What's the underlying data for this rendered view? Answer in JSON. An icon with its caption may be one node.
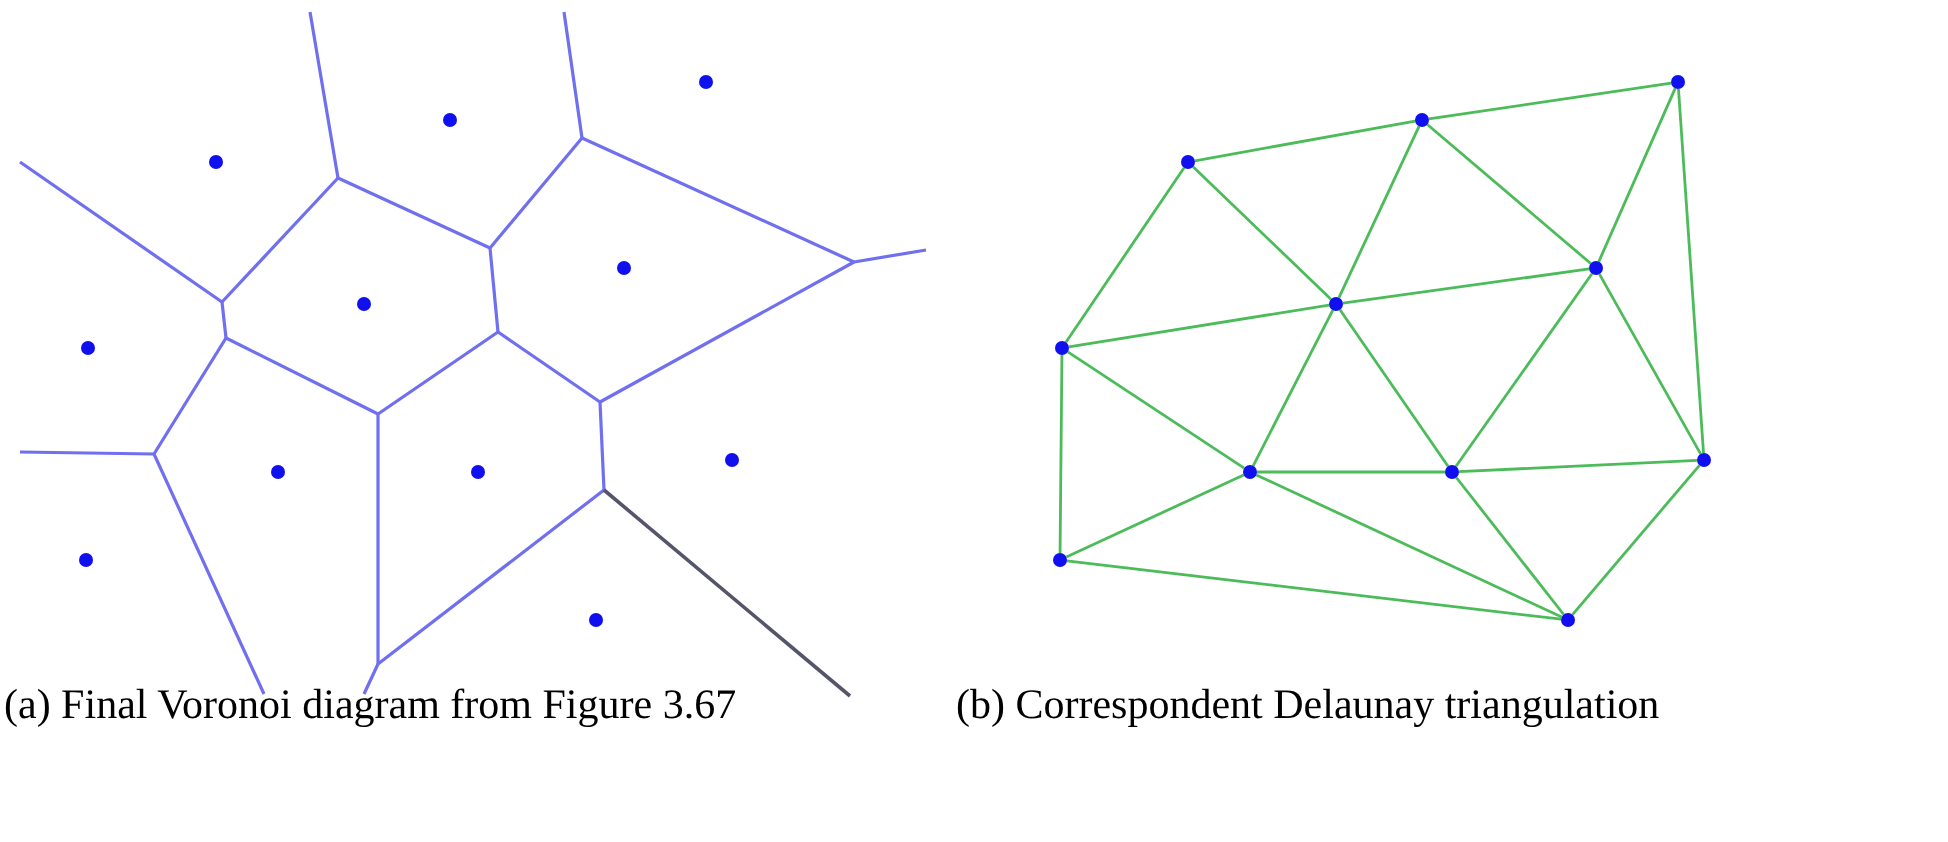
{
  "diagram": {
    "nodes": [
      {
        "text": [],
        "shape": "circle"
      },
      {
        "text": [],
        "shape": "circle"
      },
      {
        "text": [],
        "shape": "circle"
      },
      {
        "text": [],
        "shape": "circle"
      },
      {
        "text": [],
        "shape": "circle"
      },
      {
        "text": [],
        "shape": "circle"
      },
      {
        "text": [],
        "shape": "circle"
      },
      {
        "text": [],
        "shape": "circle"
      },
      {
        "text": [],
        "shape": "circle"
      },
      {
        "text": [],
        "shape": "circle"
      },
      {
        "text": [],
        "shape": "circle"
      },
      {
        "text": [],
        "shape": "circle"
      },
      {
        "text": [],
        "shape": "circle"
      },
      {
        "text": [],
        "shape": "circle"
      },
      {
        "text": [],
        "shape": "circle"
      },
      {
        "text": [],
        "shape": "circle"
      },
      {
        "text": [],
        "shape": "circle"
      },
      {
        "text": [],
        "shape": "circle"
      },
      {
        "text": [],
        "shape": "circle"
      },
      {
        "text": [],
        "shape": "circle"
      },
      {
        "text": [],
        "shape": "circle"
      },
      {
        "text": [],
        "shape": "circle"
      }
    ],
    "edges": [
      {
        "from": 13,
        "to": 12,
        "arrow": "none"
      },
      {
        "from": 12,
        "to": 11,
        "arrow": "none"
      },
      {
        "from": 11,
        "to": 16,
        "arrow": "none"
      },
      {
        "from": 11,
        "to": 15,
        "arrow": "none"
      },
      {
        "from": 12,
        "to": 15,
        "arrow": "none"
      },
      {
        "from": 12,
        "to": 14,
        "arrow": "none"
      },
      {
        "from": 13,
        "to": 14,
        "arrow": "none"
      },
      {
        "from": 13,
        "to": 19,
        "arrow": "none"
      },
      {
        "from": 16,
        "to": 15,
        "arrow": "none"
      },
      {
        "from": 15,
        "to": 14,
        "arrow": "none"
      },
      {
        "from": 16,
        "to": 20,
        "arrow": "none"
      },
      {
        "from": 16,
        "to": 17,
        "arrow": "none"
      },
      {
        "from": 15,
        "to": 17,
        "arrow": "none"
      },
      {
        "from": 15,
        "to": 18,
        "arrow": "none"
      },
      {
        "from": 14,
        "to": 18,
        "arrow": "none"
      },
      {
        "from": 14,
        "to": 19,
        "arrow": "none"
      },
      {
        "from": 17,
        "to": 18,
        "arrow": "none"
      },
      {
        "from": 18,
        "to": 19,
        "arrow": "none"
      },
      {
        "from": 20,
        "to": 17,
        "arrow": "none"
      },
      {
        "from": 20,
        "to": 21,
        "arrow": "none"
      },
      {
        "from": 17,
        "to": 21,
        "arrow": "none"
      },
      {
        "from": 18,
        "to": 21,
        "arrow": "none"
      },
      {
        "from": 19,
        "to": 21,
        "arrow": "none"
      }
    ],
    "labels": [
      "(a) Final Voronoi diagram from Figure 3.67",
      "(b) Correspondent Delaunay triangulation"
    ]
  }
}
